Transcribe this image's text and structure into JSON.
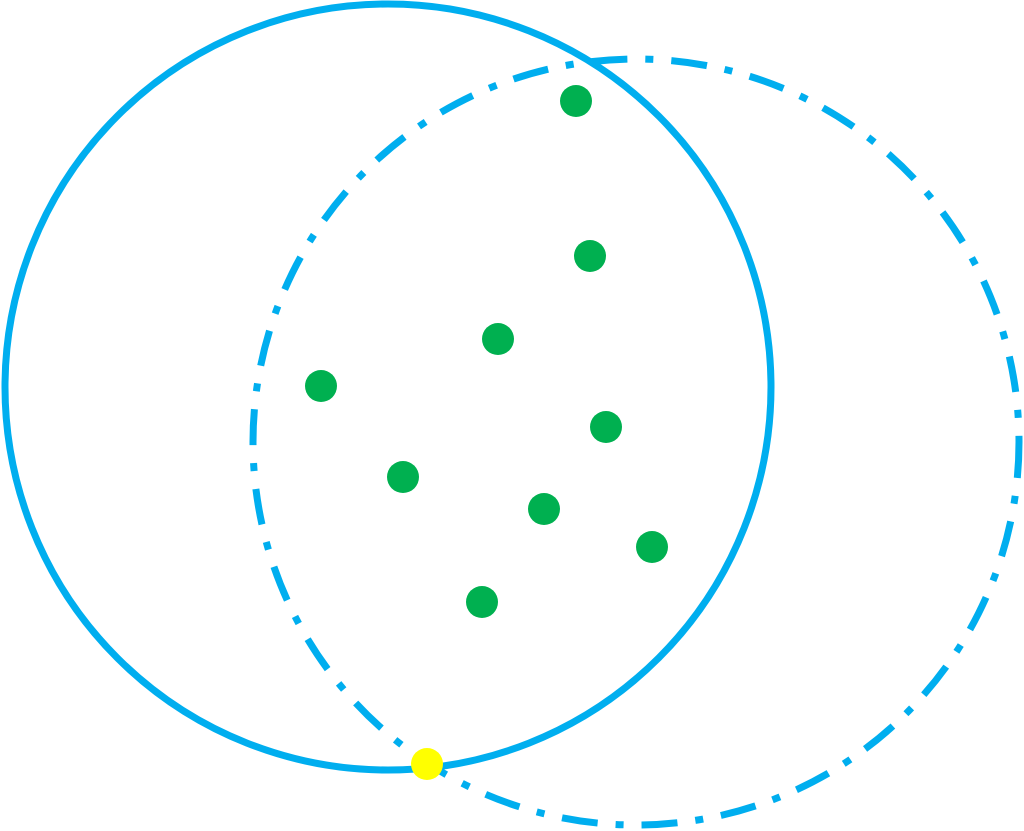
{
  "colors": {
    "circle_stroke": "#00aeef",
    "point_fill": "#00b050",
    "marker_fill": "#ffff00",
    "background": "#ffffff"
  },
  "circles": [
    {
      "name": "solid-circle",
      "style": "solid"
    },
    {
      "name": "dash-dot-circle",
      "style": "dash-dot"
    }
  ],
  "points_count": 9,
  "marker": {
    "name": "intersection-marker"
  }
}
